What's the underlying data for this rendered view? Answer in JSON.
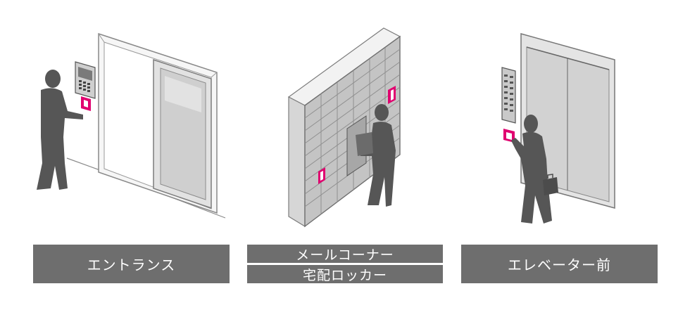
{
  "labels": {
    "entrance": "エントランス",
    "mail_corner": "メールコーナー",
    "delivery_locker": "宅配ロッカー",
    "elevator_front": "エレベーター前"
  },
  "colors": {
    "label_bg": "#6e6e6e",
    "label_text": "#ffffff",
    "silhouette": "#565656",
    "wall_light": "#e9e9e9",
    "wall_mid": "#d2d2d2",
    "accent_reader": "#e0006f"
  },
  "icons": [
    "person-silhouette-icon",
    "card-reader-icon",
    "intercom-panel-icon",
    "locker-cabinet-icon",
    "elevator-door-icon",
    "briefcase-icon"
  ]
}
